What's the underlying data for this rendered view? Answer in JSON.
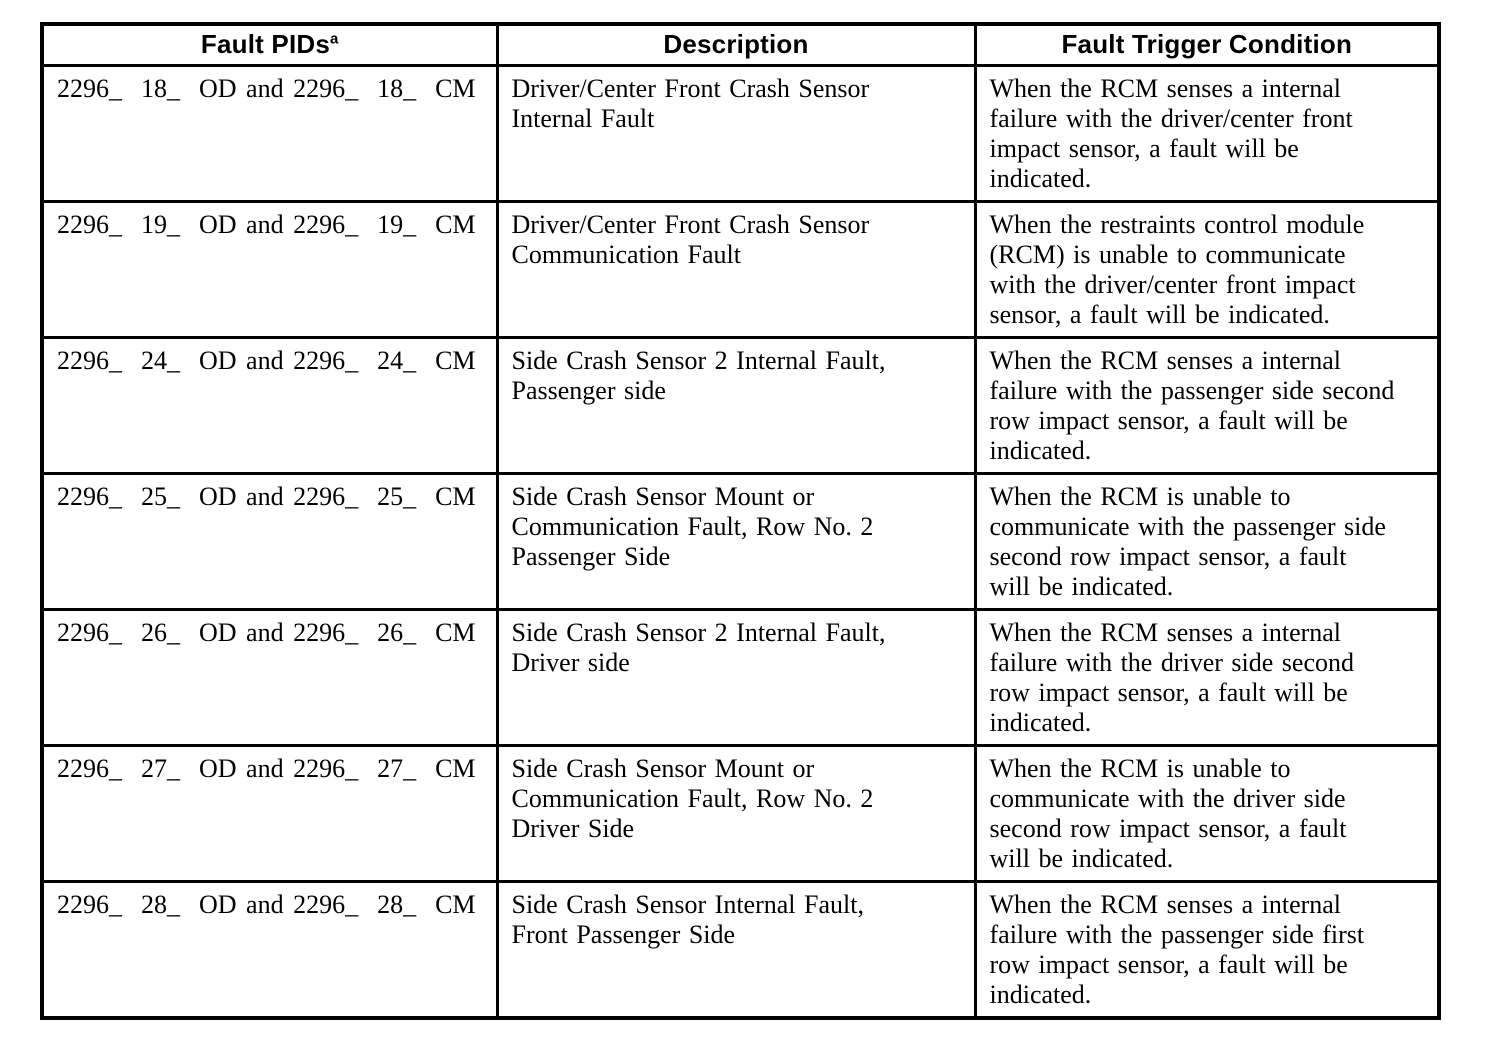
{
  "page": {
    "background": "#ffffff",
    "text_color": "#000000",
    "border_color": "#000000"
  },
  "table": {
    "header": {
      "pids": "Fault PIDs",
      "pids_note": "a",
      "description": "Description",
      "trigger": "Fault Trigger Condition"
    },
    "rows": [
      {
        "pids": "2296_  18_  OD and 2296_  18_  CM",
        "description": "Driver/Center Front Crash Sensor\nInternal Fault",
        "trigger": "When the RCM senses a internal\nfailure with the driver/center front\nimpact sensor, a fault will be\nindicated."
      },
      {
        "pids": "2296_  19_  OD and 2296_  19_  CM",
        "description": "Driver/Center Front Crash Sensor\nCommunication Fault",
        "trigger": "When the restraints control module\n(RCM) is unable to communicate\nwith the driver/center front impact\nsensor, a fault will be indicated."
      },
      {
        "pids": "2296_  24_  OD and 2296_  24_  CM",
        "description": "Side Crash Sensor 2 Internal Fault,\nPassenger side",
        "trigger": "When the RCM senses a internal\nfailure with the passenger side second\nrow impact sensor, a fault will be\nindicated."
      },
      {
        "pids": "2296_  25_  OD and 2296_  25_  CM",
        "description": "Side Crash Sensor Mount or\nCommunication Fault, Row No. 2\nPassenger Side",
        "trigger": "When the RCM is unable to\ncommunicate with the passenger side\nsecond row impact sensor, a fault\nwill be indicated."
      },
      {
        "pids": "2296_  26_  OD and 2296_  26_  CM",
        "description": "Side Crash Sensor 2 Internal Fault,\nDriver side",
        "trigger": "When the RCM senses a internal\nfailure with the driver side second\nrow impact sensor, a fault will be\nindicated."
      },
      {
        "pids": "2296_  27_  OD and 2296_  27_  CM",
        "description": "Side Crash Sensor Mount or\nCommunication Fault, Row No. 2\nDriver Side",
        "trigger": "When the RCM is unable to\ncommunicate with the driver side\nsecond row impact sensor, a fault\nwill be indicated."
      },
      {
        "pids": "2296_  28_  OD and 2296_  28_  CM",
        "description": "Side Crash Sensor Internal Fault,\nFront Passenger Side",
        "trigger": "When the RCM senses a internal\nfailure with the passenger side first\nrow impact sensor, a fault will be\nindicated."
      }
    ]
  }
}
